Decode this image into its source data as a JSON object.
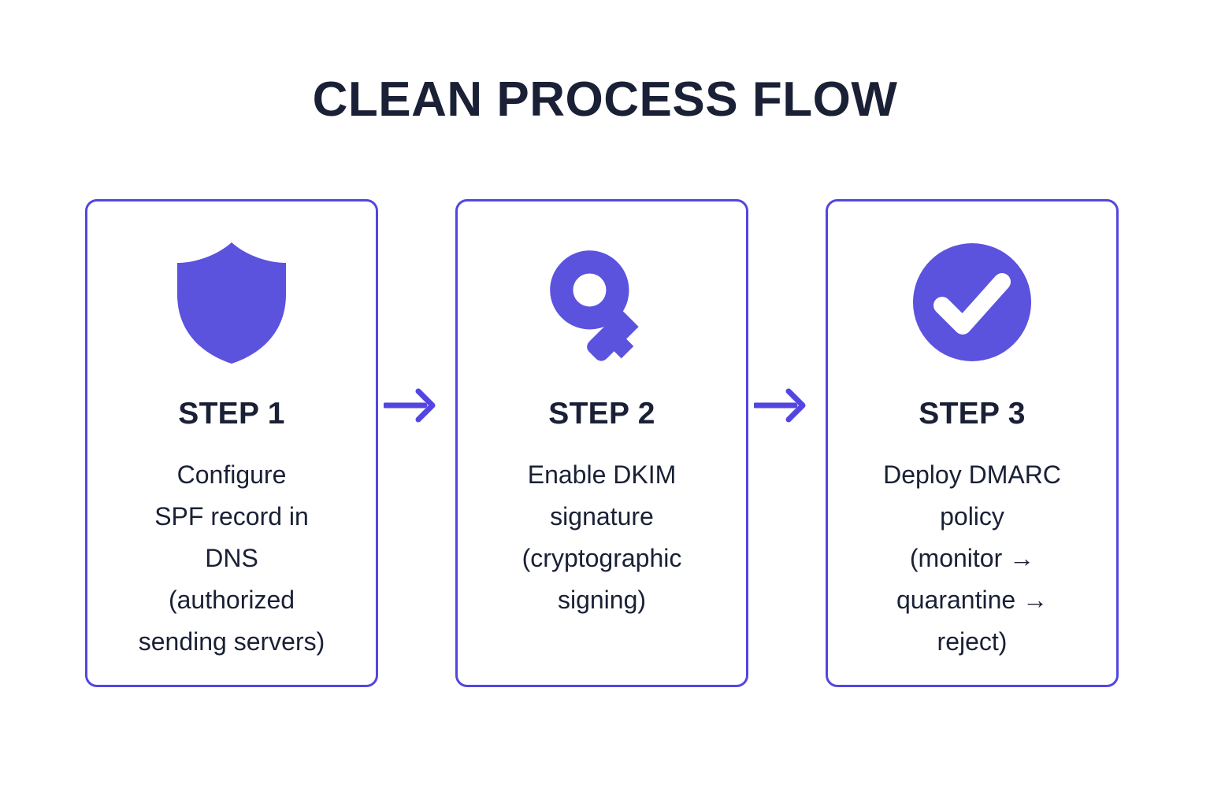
{
  "page": {
    "title": "CLEAN PROCESS FLOW",
    "background_color": "#ffffff",
    "accent_color": "#5346e0",
    "icon_color": "#5b52de",
    "text_color": "#1a2035"
  },
  "steps": [
    {
      "icon": "shield-icon",
      "heading": "STEP 1",
      "body": "Configure\nSPF record in\nDNS\n(authorized\nsending servers)"
    },
    {
      "icon": "key-icon",
      "heading": "STEP 2",
      "body": "Enable DKIM\nsignature\n(cryptographic\nsigning)"
    },
    {
      "icon": "check-circle-icon",
      "heading": "STEP 3",
      "body": "Deploy DMARC\npolicy\n(monitor →\nquarantine →\nreject)"
    }
  ],
  "connectors": [
    {
      "name": "arrow-right-icon"
    },
    {
      "name": "arrow-right-icon"
    }
  ]
}
